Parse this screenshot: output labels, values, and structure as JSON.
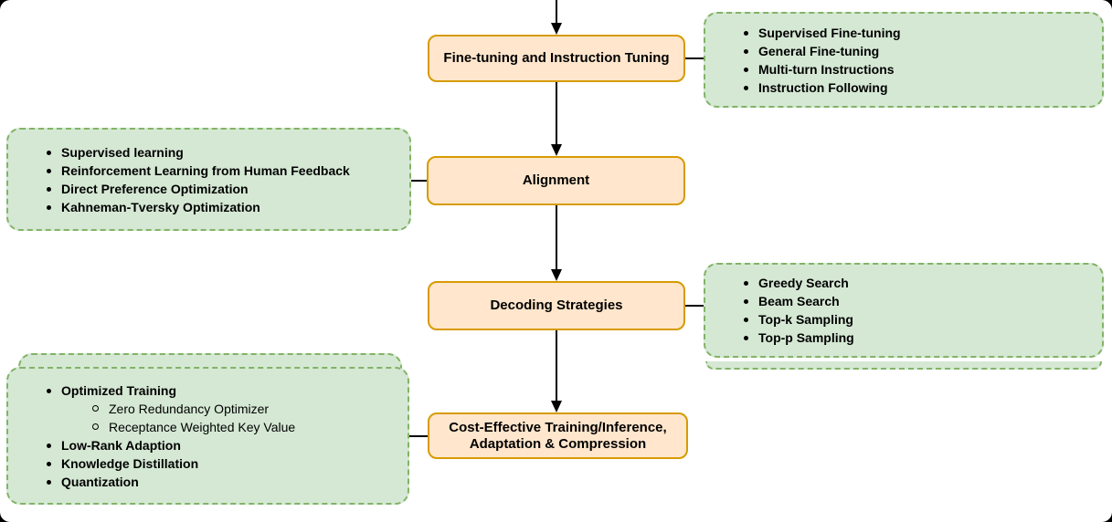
{
  "colors": {
    "node_fill": "#FFE6CC",
    "node_stroke": "#D79B00",
    "detail_fill": "#D5E8D4",
    "detail_stroke": "#82B366",
    "connector": "#000000",
    "text": "#000000",
    "canvas": "#FFFFFF"
  },
  "diagram": {
    "nodes": [
      {
        "id": "finetune",
        "label": "Fine-tuning and Instruction Tuning"
      },
      {
        "id": "alignment",
        "label": "Alignment"
      },
      {
        "id": "decoding",
        "label": "Decoding Strategies"
      },
      {
        "id": "cost",
        "label": "Cost-Effective Training/Inference, Adaptation & Compression"
      }
    ],
    "details": {
      "finetune": {
        "side": "right",
        "items": [
          {
            "text": "Supervised Fine-tuning",
            "level": 1,
            "bold": true
          },
          {
            "text": "General Fine-tuning",
            "level": 1,
            "bold": true
          },
          {
            "text": "Multi-turn Instructions",
            "level": 1,
            "bold": true
          },
          {
            "text": "Instruction Following",
            "level": 1,
            "bold": true
          }
        ]
      },
      "alignment": {
        "side": "left",
        "items": [
          {
            "text": "Supervised learning",
            "level": 1,
            "bold": true
          },
          {
            "text": "Reinforcement Learning from Human Feedback",
            "level": 1,
            "bold": true
          },
          {
            "text": "Direct Preference Optimization",
            "level": 1,
            "bold": true
          },
          {
            "text": "Kahneman-Tversky Optimization",
            "level": 1,
            "bold": true
          }
        ]
      },
      "decoding": {
        "side": "right",
        "items": [
          {
            "text": "Greedy Search",
            "level": 1,
            "bold": true
          },
          {
            "text": "Beam Search",
            "level": 1,
            "bold": true
          },
          {
            "text": "Top-k Sampling",
            "level": 1,
            "bold": true
          },
          {
            "text": "Top-p Sampling",
            "level": 1,
            "bold": true
          }
        ]
      },
      "cost": {
        "side": "left",
        "items": [
          {
            "text": "Optimized Training",
            "level": 1,
            "bold": true
          },
          {
            "text": "Zero Redundancy Optimizer",
            "level": 2,
            "bold": false
          },
          {
            "text": "Receptance Weighted Key Value",
            "level": 2,
            "bold": false
          },
          {
            "text": "Low-Rank Adaption",
            "level": 1,
            "bold": true
          },
          {
            "text": "Knowledge Distillation",
            "level": 1,
            "bold": true
          },
          {
            "text": "Quantization",
            "level": 1,
            "bold": true
          }
        ]
      }
    }
  }
}
